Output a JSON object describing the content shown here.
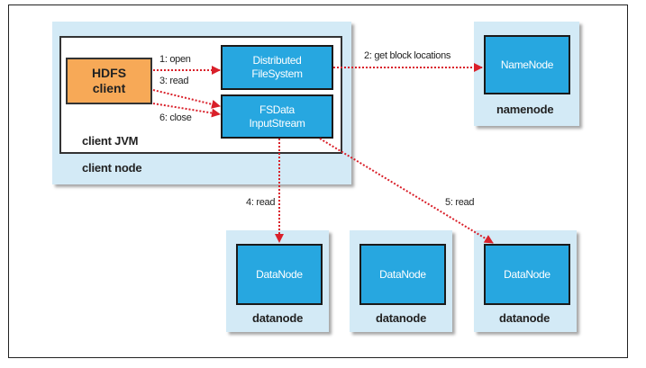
{
  "diagram": {
    "client_node": {
      "label": "client node",
      "jvm": {
        "label": "client JVM",
        "hdfs_client": "HDFS\nclient",
        "distributed_filesystem": "Distributed\nFileSystem",
        "fsdata_inputstream": "FSData\nInputStream"
      }
    },
    "namenode": {
      "label": "namenode",
      "component": "NameNode"
    },
    "datanodes": [
      {
        "label": "datanode",
        "component": "DataNode"
      },
      {
        "label": "datanode",
        "component": "DataNode"
      },
      {
        "label": "datanode",
        "component": "DataNode"
      }
    ],
    "arrows": [
      {
        "step": "1: open",
        "from": "HDFS client",
        "to": "DistributedFileSystem"
      },
      {
        "step": "2: get block locations",
        "from": "DistributedFileSystem",
        "to": "NameNode"
      },
      {
        "step": "3: read",
        "from": "HDFS client",
        "to": "FSDataInputStream"
      },
      {
        "step": "4: read",
        "from": "FSDataInputStream",
        "to": "DataNode 1"
      },
      {
        "step": "5: read",
        "from": "FSDataInputStream",
        "to": "DataNode 3"
      },
      {
        "step": "6: close",
        "from": "HDFS client",
        "to": "FSDataInputStream"
      }
    ],
    "colors": {
      "node_bg": "#d3eaf6",
      "component": "#27a7e0",
      "client": "#f7a957",
      "arrow": "#d9202a"
    }
  }
}
